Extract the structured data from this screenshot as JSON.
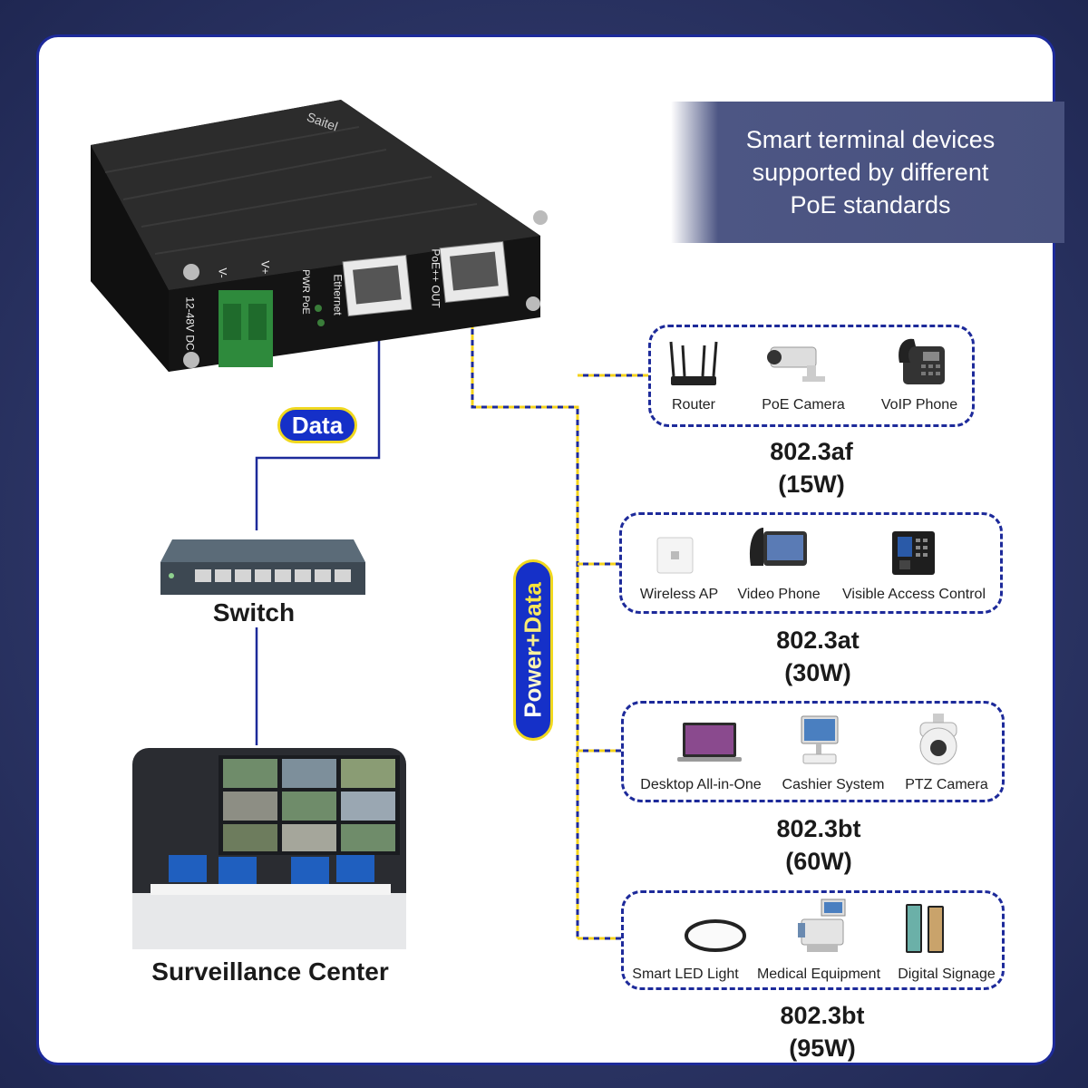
{
  "banner": {
    "line1": "Smart terminal devices",
    "line2": "supported by different",
    "line3": "PoE standards"
  },
  "injector": {
    "brand": "Saitel",
    "dc_label": "12-48V DC",
    "v_minus": "V-",
    "v_plus": "V+",
    "pwr_poe": "PWR PoE",
    "ethernet": "Ethernet",
    "poe_out": "PoE++ OUT"
  },
  "labels": {
    "data": "Data",
    "power_data": "Power+Data",
    "switch": "Switch",
    "surveillance": "Surveillance Center"
  },
  "groups": [
    {
      "devices": [
        "Router",
        "PoE Camera",
        "VoIP Phone"
      ],
      "standard": "802.3af",
      "power": "(15W)"
    },
    {
      "devices": [
        "Wireless AP",
        "Video Phone",
        "Visible Access Control"
      ],
      "standard": "802.3at",
      "power": "(30W)"
    },
    {
      "devices": [
        "Desktop All-in-One",
        "Cashier System",
        "PTZ Camera"
      ],
      "standard": "802.3bt",
      "power": "(60W)"
    },
    {
      "devices": [
        "Smart LED Light",
        "Medical Equipment",
        "Digital Signage"
      ],
      "standard": "802.3bt",
      "power": "(95W)"
    }
  ],
  "colors": {
    "accent_blue": "#1530c8",
    "line_blue": "#1d2a9a",
    "power_yellow": "#f3d21c"
  }
}
